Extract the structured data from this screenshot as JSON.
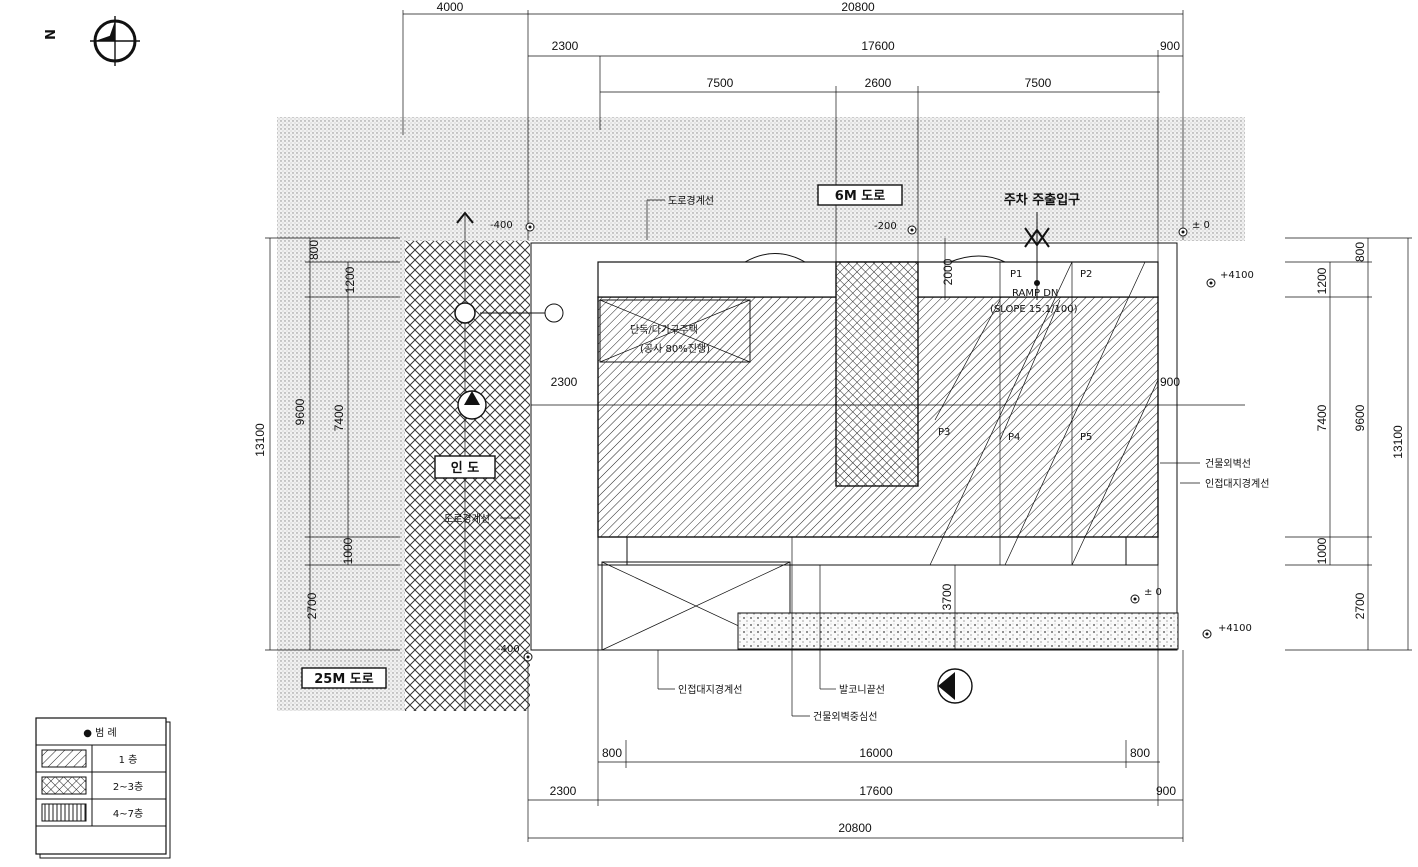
{
  "north_label": "N",
  "dims_top": {
    "row1_left": "4000",
    "row1_right": "20800",
    "row2_left": "2300",
    "row2_mid": "17600",
    "row2_right": "900",
    "row3_a": "7500",
    "row3_b": "2600",
    "row3_c": "7500"
  },
  "dims_bottom": {
    "row1_left": "800",
    "row1_mid": "16000",
    "row1_right": "800",
    "row2_left": "2300",
    "row2_mid": "17600",
    "row2_right": "900",
    "row3": "20800"
  },
  "dims_left": {
    "total": "13100",
    "sub": "9600",
    "a": "800",
    "b": "1200",
    "c": "7400",
    "d": "1000",
    "e": "2700"
  },
  "dims_right": {
    "a": "800",
    "b": "1200",
    "c": "7400",
    "sub": "9600",
    "total": "13100",
    "d": "1000",
    "e": "2700"
  },
  "dims_inner": {
    "left_2300": "2300",
    "right_900": "900",
    "v_2000": "2000",
    "v_3700": "3700"
  },
  "labels": {
    "road_6m": "6M 도로",
    "road_25m": "25M 도로",
    "sidewalk": "인 도",
    "parking_entrance": "주차 주출입구",
    "road_boundary_top": "도로경계선",
    "road_boundary_left": "도로경계선",
    "ramp": "RAMP DN",
    "slope": "(SLOPE 15.1/100)",
    "hatch_note_line1": "단독/다가구주택",
    "hatch_note_line2": "(공사 80%진행)",
    "building_wall": "건물외벽선",
    "adjacent_boundary_right": "인접대지경계선",
    "adjacent_boundary_bottom": "인접대지경계선",
    "balcony": "발코니끝선",
    "wall_center": "건물외벽중심선",
    "p1": "P1",
    "p2": "P2",
    "p3": "P3",
    "p4": "P4",
    "p5": "P5"
  },
  "levels": {
    "tl": "-400",
    "tm": "-200",
    "tr": "± 0",
    "r1": "+4100",
    "br": "± 0",
    "r2": "+4100",
    "bl": "-400"
  },
  "legend": {
    "title": "● 범 례",
    "rows": [
      {
        "label": "1 층"
      },
      {
        "label": "2~3층"
      },
      {
        "label": "4~7층"
      }
    ]
  }
}
